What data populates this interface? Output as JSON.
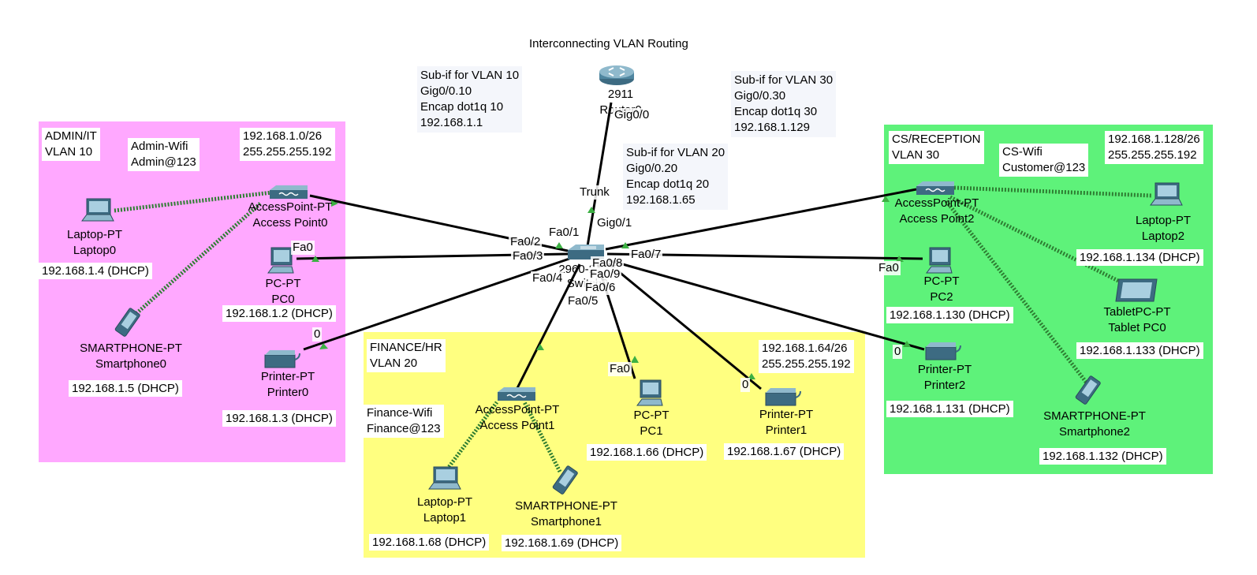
{
  "title": "Interconnecting VLAN Routing",
  "zones": {
    "admin": {
      "name": "ADMIN/IT",
      "vlan": "VLAN 10",
      "wifi_name": "Admin-Wifi",
      "wifi_pass": "Admin@123",
      "subnet": "192.168.1.0/26",
      "mask": "255.255.255.192",
      "color": "#ffa8ff"
    },
    "finance": {
      "name": "FINANCE/HR",
      "vlan": "VLAN 20",
      "wifi_name": "Finance-Wifi",
      "wifi_pass": "Finance@123",
      "subnet": "192.168.1.64/26",
      "mask": "255.255.255.192",
      "color": "#ffff80"
    },
    "cs": {
      "name": "CS/RECEPTION",
      "vlan": "VLAN 30",
      "wifi_name": "CS-Wifi",
      "wifi_pass": "Customer@123",
      "subnet": "192.168.1.128/26",
      "mask": "255.255.255.192",
      "color": "#5ef27a"
    }
  },
  "subifs": {
    "v10": {
      "title": "Sub-if for VLAN 10",
      "iface": "Gig0/0.10",
      "encap": "Encap dot1q 10",
      "ip": "192.168.1.1"
    },
    "v20": {
      "title": "Sub-if for VLAN 20",
      "iface": "Gig0/0.20",
      "encap": "Encap dot1q 20",
      "ip": "192.168.1.65"
    },
    "v30": {
      "title": "Sub-if for VLAN 30",
      "iface": "Gig0/0.30",
      "encap": "Encap dot1q 30",
      "ip": "192.168.1.129"
    }
  },
  "router": {
    "model": "2911",
    "name": "Router0",
    "port": "Gig0/0",
    "trunk": "Trunk"
  },
  "switch": {
    "model": "2960-24TT",
    "name": "Switch0",
    "uplink": "Gig0/1",
    "ports": {
      "fa01": "Fa0/1",
      "fa02": "Fa0/2",
      "fa03": "Fa0/3",
      "fa04": "Fa0/4",
      "fa05": "Fa0/5",
      "fa06": "Fa0/6",
      "fa07": "Fa0/7",
      "fa08": "Fa0/8",
      "fa09": "Fa0/9"
    }
  },
  "devices": {
    "ap0": {
      "type": "AccessPoint-PT",
      "name": "Access Point0"
    },
    "laptop0": {
      "type": "Laptop-PT",
      "name": "Laptop0",
      "ip": "192.168.1.4 (DHCP)"
    },
    "pc0": {
      "type": "PC-PT",
      "name": "PC0",
      "ip": "192.168.1.2 (DHCP)",
      "port": "Fa0"
    },
    "smart0": {
      "type": "SMARTPHONE-PT",
      "name": "Smartphone0",
      "ip": "192.168.1.5 (DHCP)"
    },
    "printer0": {
      "type": "Printer-PT",
      "name": "Printer0",
      "ip": "192.168.1.3 (DHCP)",
      "port": "0"
    },
    "ap1": {
      "type": "AccessPoint-PT",
      "name": "Access Point1"
    },
    "laptop1": {
      "type": "Laptop-PT",
      "name": "Laptop1",
      "ip": "192.168.1.68 (DHCP)"
    },
    "smart1": {
      "type": "SMARTPHONE-PT",
      "name": "Smartphone1",
      "ip": "192.168.1.69 (DHCP)"
    },
    "pc1": {
      "type": "PC-PT",
      "name": "PC1",
      "ip": "192.168.1.66 (DHCP)",
      "port": "Fa0"
    },
    "printer1": {
      "type": "Printer-PT",
      "name": "Printer1",
      "ip": "192.168.1.67 (DHCP)",
      "port": "0"
    },
    "ap2": {
      "type": "AccessPoint-PT",
      "name": "Access Point2"
    },
    "laptop2": {
      "type": "Laptop-PT",
      "name": "Laptop2",
      "ip": "192.168.1.134 (DHCP)"
    },
    "pc2": {
      "type": "PC-PT",
      "name": "PC2",
      "ip": "192.168.1.130 (DHCP)",
      "port": "Fa0"
    },
    "tablet0": {
      "type": "TabletPC-PT",
      "name": "Tablet PC0",
      "ip": "192.168.1.133 (DHCP)"
    },
    "printer2": {
      "type": "Printer-PT",
      "name": "Printer2",
      "ip": "192.168.1.131 (DHCP)",
      "port": "0"
    },
    "smart2": {
      "type": "SMARTPHONE-PT",
      "name": "Smartphone2",
      "ip": "192.168.1.132 (DHCP)"
    }
  },
  "colors": {
    "link": "#000000",
    "wireless": "#2e7d32",
    "port_ok": "#3cb043"
  }
}
